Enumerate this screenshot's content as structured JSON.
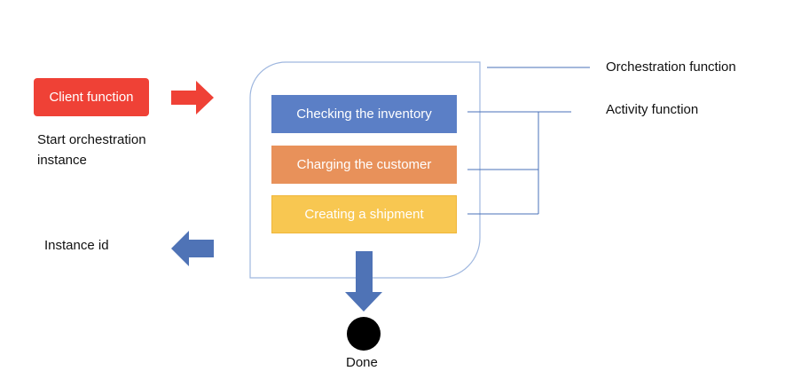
{
  "labels": {
    "client_function": "Client function",
    "start_orchestration_line1": "Start orchestration",
    "start_orchestration_line2": "instance",
    "instance_id": "Instance id",
    "orchestration_function": "Orchestration function",
    "activity_function": "Activity function",
    "done": "Done"
  },
  "activities": [
    {
      "label": "Checking the inventory",
      "color": "#5b7fc6"
    },
    {
      "label": "Charging the customer",
      "color": "#e8915a"
    },
    {
      "label": "Creating a shipment",
      "color": "#f8c751"
    }
  ],
  "colors": {
    "client_function": "#ef4136",
    "request_arrow": "#ef4136",
    "response_arrow": "#4f73b6",
    "done_arrow": "#4f73b6",
    "connector_lines": "#4a72b8",
    "orchestration_border": "#9fb7df",
    "done_dot": "#000000"
  }
}
